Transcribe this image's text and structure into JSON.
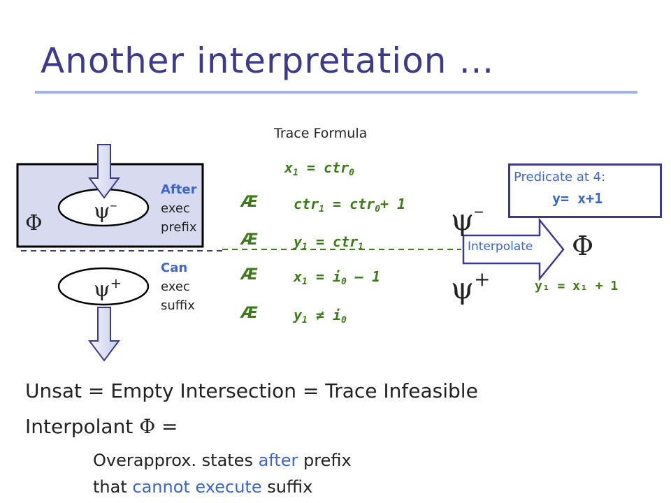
{
  "title": "Another interpretation …",
  "trace": {
    "heading": "Trace Formula",
    "and_symbol": "Æ",
    "lines": [
      {
        "lhs": "x",
        "lsub": "1",
        "op": " = ",
        "rhs": "ctr",
        "rsub": "0",
        "tail": ""
      },
      {
        "lhs": "ctr",
        "lsub": "1",
        "op": " = ",
        "rhs": "ctr",
        "rsub": "0",
        "tail": "+ 1"
      },
      {
        "lhs": "y",
        "lsub": "1",
        "op": " = ",
        "rhs": "ctr",
        "rsub": "1",
        "tail": ""
      },
      {
        "lhs": "x",
        "lsub": "1",
        "op": " = ",
        "rhs": "i",
        "rsub": "0",
        "tail": " – 1"
      },
      {
        "lhs": "y",
        "lsub": "1",
        "op": " ≠ ",
        "rhs": "i",
        "rsub": "0",
        "tail": ""
      }
    ]
  },
  "left_diagram": {
    "phi": "Φ",
    "psi_minus": "ψ",
    "psi_minus_sup": "–",
    "psi_plus": "ψ",
    "psi_plus_sup": "+",
    "after_label": "After",
    "after_l2": "exec",
    "after_l3": "prefix",
    "can_label": "Can",
    "can_l2": "exec",
    "can_l3": "suffix"
  },
  "right_diagram": {
    "psi_minus": "ψ",
    "psi_minus_sup": "–",
    "psi_plus": "ψ",
    "psi_plus_sup": "+",
    "interpolate_label": "Interpolate",
    "phi": "Φ",
    "result_formula": "y₁ = x₁ + 1",
    "predicate_title": "Predicate at 4:",
    "predicate_value": "y= x+1"
  },
  "bottom": {
    "line1": "Unsat = Empty Intersection = Trace Infeasible",
    "line2_prefix": "Interpolant ",
    "line2_phi": "Φ",
    "line2_suffix": " =",
    "line3_a": "Overapprox. states ",
    "line3_b": "after",
    "line3_c": " prefix",
    "line4_a": "that ",
    "line4_b": "cannot execute",
    "line4_c": " suffix"
  },
  "colors": {
    "title": "#3d3a8c",
    "formula_green": "#3e7a1a",
    "accent_blue": "#3d66c8",
    "box_fill": "#d8daf0"
  }
}
